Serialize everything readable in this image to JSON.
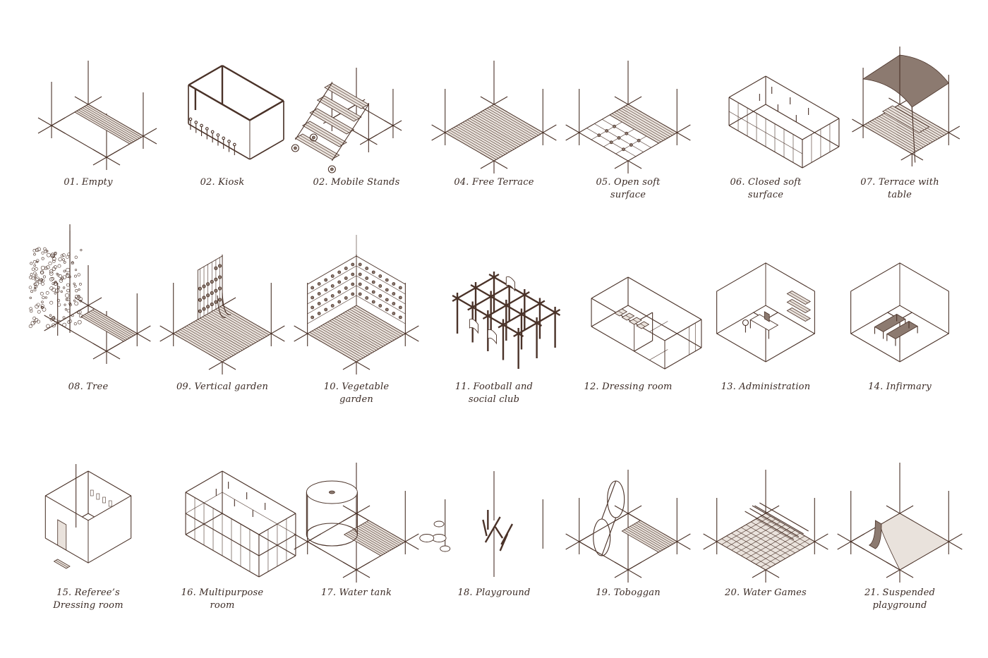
{
  "modules": [
    {
      "label": "01. Empty",
      "icon": "empty-frame-icon"
    },
    {
      "label": "02. Kiosk",
      "icon": "kiosk-icon"
    },
    {
      "label": "02. Mobile Stands",
      "icon": "mobile-stands-icon"
    },
    {
      "label": "04. Free Terrace",
      "icon": "free-terrace-icon"
    },
    {
      "label": "05. Open soft surface",
      "icon": "open-soft-surface-icon"
    },
    {
      "label": "06. Closed soft surface",
      "icon": "closed-soft-surface-icon"
    },
    {
      "label": "07. Terrace with table",
      "icon": "terrace-with-table-icon"
    },
    {
      "label": "08. Tree",
      "icon": "tree-icon"
    },
    {
      "label": "09. Vertical garden",
      "icon": "vertical-garden-icon"
    },
    {
      "label": "10. Vegetable garden",
      "icon": "vegetable-garden-icon"
    },
    {
      "label": "11. Football and social club",
      "icon": "football-social-club-icon"
    },
    {
      "label": "12. Dressing room",
      "icon": "dressing-room-icon"
    },
    {
      "label": "13. Administration",
      "icon": "administration-icon"
    },
    {
      "label": "14. Infirmary",
      "icon": "infirmary-icon"
    },
    {
      "label": "15. Referee’s Dressing room",
      "icon": "referee-dressing-room-icon"
    },
    {
      "label": "16. Multipurpose room",
      "icon": "multipurpose-room-icon"
    },
    {
      "label": "17. Water tank",
      "icon": "water-tank-icon"
    },
    {
      "label": "18. Playground",
      "icon": "playground-icon"
    },
    {
      "label": "19. Toboggan",
      "icon": "toboggan-icon"
    },
    {
      "label": "20. Water Games",
      "icon": "water-games-icon"
    },
    {
      "label": "21. Suspended playground",
      "icon": "suspended-playground-icon"
    }
  ],
  "colors": {
    "line": "#4a3228",
    "caption": "#3a2a24",
    "fill": "#8c7a70"
  }
}
